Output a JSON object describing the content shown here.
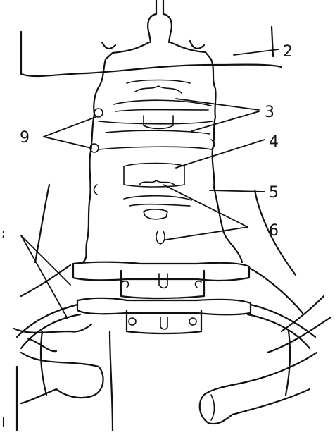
{
  "figure": {
    "labels": [
      {
        "id": "2",
        "text": "2"
      },
      {
        "id": "3",
        "text": "3"
      },
      {
        "id": "4",
        "text": "4"
      },
      {
        "id": "5",
        "text": "5"
      },
      {
        "id": "6",
        "text": "6"
      },
      {
        "id": "9",
        "text": "9"
      }
    ],
    "edge_marks": {
      "left_top": ";",
      "left_bottom": "I"
    }
  }
}
